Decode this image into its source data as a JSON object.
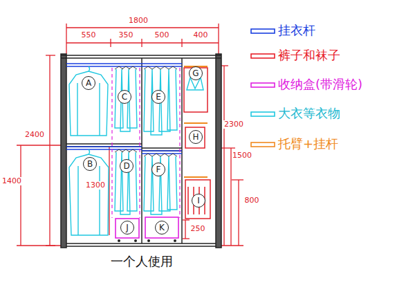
{
  "diagram": {
    "caption": "一个人使用",
    "nodes": [
      {
        "text": [
          "A"
        ]
      },
      {
        "text": [
          "B"
        ]
      },
      {
        "text": [
          "C"
        ]
      },
      {
        "text": [
          "D"
        ]
      },
      {
        "text": [
          "E"
        ]
      },
      {
        "text": [
          "F"
        ]
      },
      {
        "text": [
          "G"
        ]
      },
      {
        "text": [
          "H"
        ]
      },
      {
        "text": [
          "I"
        ]
      },
      {
        "text": [
          "J"
        ]
      },
      {
        "text": [
          "K"
        ]
      }
    ],
    "edges": [],
    "labels": [
      "1800",
      "550",
      "350",
      "500",
      "400",
      "2400",
      "1400",
      "2300",
      "1500",
      "1300",
      "800",
      "250"
    ],
    "legend": [
      {
        "text": "挂衣杆"
      },
      {
        "text": "裤子和袜子"
      },
      {
        "text": "收纳盒(带滑轮)"
      },
      {
        "text": "大衣等衣物"
      },
      {
        "text": "托臂+挂杆"
      }
    ]
  }
}
